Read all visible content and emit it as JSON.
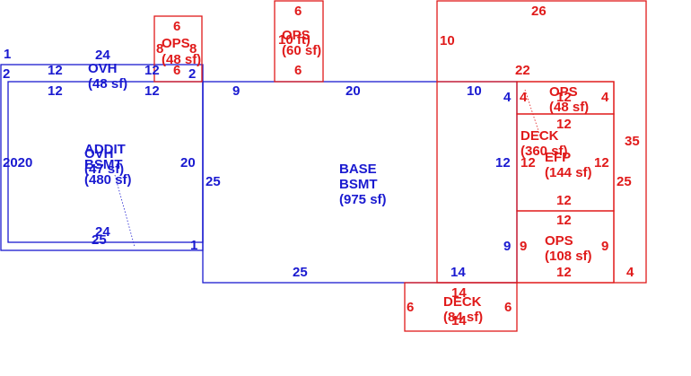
{
  "colors": {
    "blue": "#1a1ad0",
    "red": "#e01a1a"
  },
  "areas": {
    "base": {
      "name1": "BASE",
      "name2": "BSMT",
      "area": "(975 sf)"
    },
    "addit": {
      "name1": "ADDIT",
      "name2": "BSMT",
      "area": "(480 sf)"
    },
    "ovh_overlap": {
      "name": "OVH",
      "area": "(47 sf)"
    },
    "ovh": {
      "name": "OVH",
      "area": "(48 sf)"
    },
    "ops_small": {
      "name": "OPS",
      "area": "(48 sf)"
    },
    "ops_60": {
      "name": "OPS",
      "area": "(60 sf)"
    },
    "ops_60_overlap": "10 ft)",
    "ops_right": {
      "name": "OPS",
      "area": "(48 sf)"
    },
    "deck_right": {
      "name": "DECK",
      "area": "(360 sf)"
    },
    "efp": {
      "name": "EFP",
      "area": "(144 sf)"
    },
    "ops_108": {
      "name": "OPS",
      "area": "(108 sf)"
    },
    "deck_bottom": {
      "name": "DECK",
      "area": "(84 sf)"
    }
  },
  "dims": {
    "b_1": "1",
    "b_2l": "2",
    "b_24t": "24",
    "b_12a": "12",
    "b_12b": "12",
    "b_2r": "2",
    "b_12c": "12",
    "b_12d": "12",
    "b_9": "9",
    "b_20t": "20",
    "b_10": "10",
    "b_4": "4",
    "b_2020": "2020",
    "b_20m": "20",
    "b_25l": "25",
    "b_12r": "12",
    "b_24b": "24",
    "b_25b": "25",
    "b_1b": "1",
    "b_9r": "9",
    "b_25bot": "25",
    "b_14": "14",
    "r_6a": "6",
    "r_8l": "8",
    "r_8r": "8",
    "r_6b": "6",
    "r_6c": "6",
    "r_6d": "6",
    "r_26": "26",
    "r_10": "10",
    "r_22": "22",
    "r_4a": "4",
    "r_12a": "12",
    "r_4b": "4",
    "r_12b": "12",
    "r_35": "35",
    "r_12c": "12",
    "r_12d": "12",
    "r_25": "25",
    "r_12e": "12",
    "r_12f": "12",
    "r_9a": "9",
    "r_9b": "9",
    "r_12g": "12",
    "r_4c": "4",
    "r_14a": "14",
    "r_6e": "6",
    "r_6f": "6",
    "r_14b": "14"
  }
}
